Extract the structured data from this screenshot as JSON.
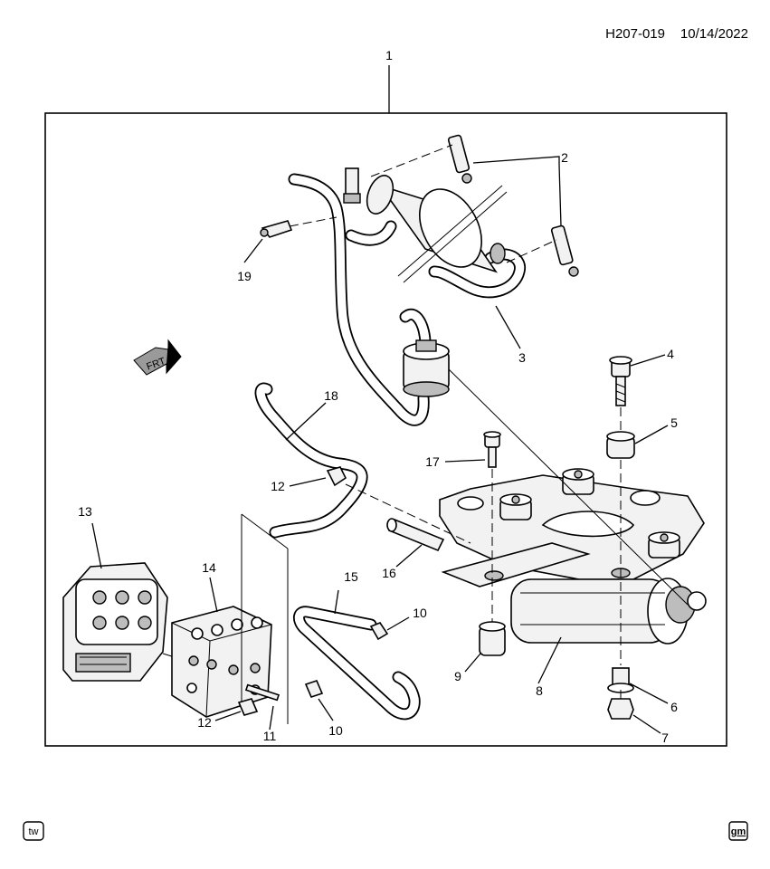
{
  "header": {
    "diagram_id": "H207-019",
    "date": "10/14/2022"
  },
  "front_indicator": "FRT",
  "callouts": {
    "c1": "1",
    "c2": "2",
    "c3": "3",
    "c4": "4",
    "c5": "5",
    "c6": "6",
    "c7": "7",
    "c8": "8",
    "c9": "9",
    "c10a": "10",
    "c10b": "10",
    "c11": "11",
    "c12a": "12",
    "c12b": "12",
    "c13": "13",
    "c14": "14",
    "c15": "15",
    "c16": "16",
    "c17": "17",
    "c18": "18",
    "c19": "19"
  },
  "footer": {
    "left_badge": "tw",
    "right_badge": "gm"
  },
  "icons": [
    "front-arrow-icon",
    "tw-logo-icon",
    "gm-logo-icon"
  ]
}
